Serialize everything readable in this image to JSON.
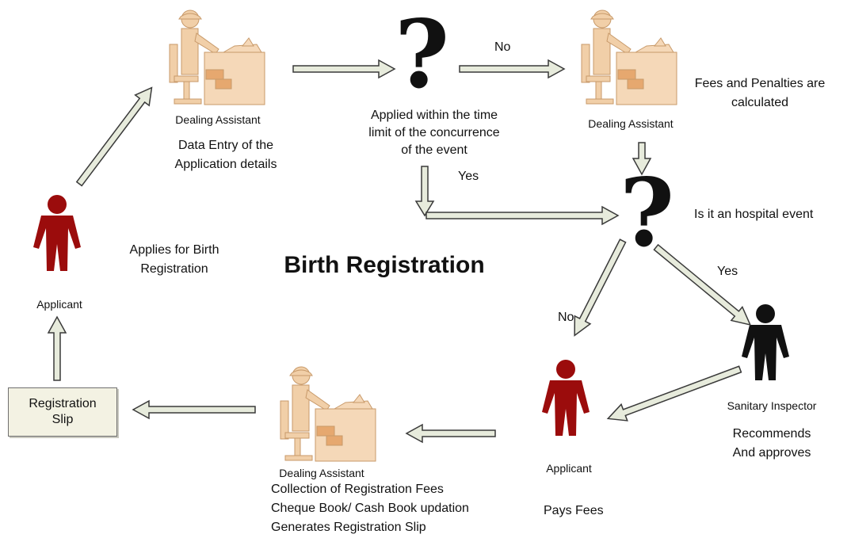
{
  "title": "Birth Registration",
  "colors": {
    "applicant": "#9b0c0c",
    "inspector": "#111111",
    "clerk_skin": "#f1cfa8",
    "clerk_outline": "#c89a6a",
    "desk": "#f5d8b8",
    "arrow_fill": "#e7ebdc",
    "arrow_outline": "#3a3a3a",
    "slip_fill": "#f3f2e3"
  },
  "icons": {
    "applicant": "person-red-icon",
    "inspector": "person-black-icon",
    "clerk": "clerk-at-desk-icon",
    "decision": "question-mark-icon"
  },
  "decision_glyph": "?",
  "labels": {
    "dealing_assistant": "Dealing Assistant",
    "applicant": "Applicant",
    "sanitary_inspector": "Sanitary Inspector",
    "registration_slip": "Registration\nSlip"
  },
  "steps": {
    "data_entry": [
      "Data Entry of the",
      "Application details"
    ],
    "time_limit_question": [
      "Applied within the time",
      "limit of the concurrence",
      "of the event"
    ],
    "fees_calculated": [
      "Fees and Penalties are",
      "calculated"
    ],
    "hospital_question": "Is it an hospital event",
    "applies": [
      "Applies for Birth",
      "Registration"
    ],
    "recommends": [
      "Recommends",
      "And approves"
    ],
    "pays_fees": "Pays Fees",
    "collection": [
      "Collection of Registration Fees",
      "Cheque Book/ Cash Book updation",
      "Generates Registration Slip"
    ]
  },
  "edges": {
    "no": "No",
    "yes": "Yes"
  }
}
